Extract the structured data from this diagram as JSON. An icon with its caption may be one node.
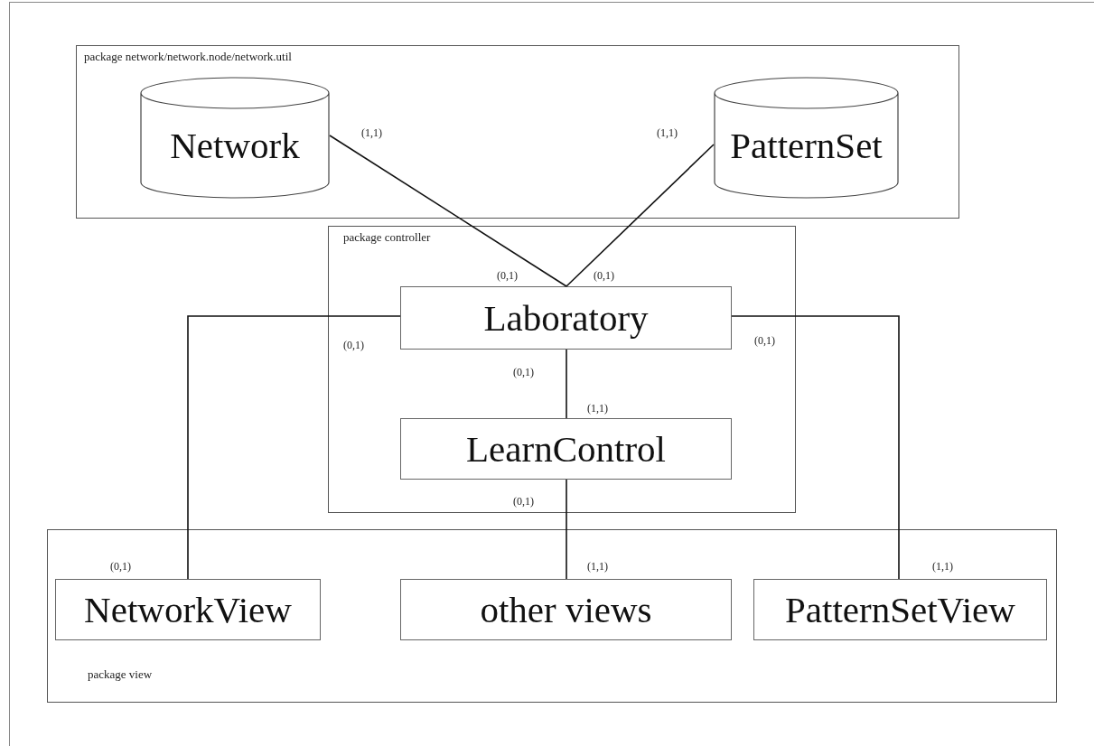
{
  "diagram": {
    "nodes": [
      {
        "text": [
          "package network/network.node/network.util"
        ]
      },
      {
        "text": [
          "Network"
        ],
        "in": 0
      },
      {
        "text": [
          "PatternSet"
        ],
        "in": 0
      },
      {
        "text": [
          "package controller"
        ]
      },
      {
        "text": [
          "Laboratory"
        ],
        "in": 3
      },
      {
        "text": [
          "LearnControl"
        ],
        "in": 3
      },
      {
        "text": [
          "package view"
        ]
      },
      {
        "text": [
          "NetworkView"
        ],
        "in": 6
      },
      {
        "text": [
          "other views"
        ],
        "in": 6
      },
      {
        "text": [
          "PatternSetView"
        ],
        "in": 6
      }
    ],
    "edges": [
      {
        "from": 1,
        "to": 4,
        "arrow": "none"
      },
      {
        "from": 2,
        "to": 4,
        "arrow": "none"
      },
      {
        "from": 4,
        "to": 7,
        "arrow": "none"
      },
      {
        "from": 4,
        "to": 9,
        "arrow": "none"
      },
      {
        "from": 4,
        "to": 5,
        "arrow": "none"
      },
      {
        "from": 5,
        "to": 8,
        "arrow": "none"
      }
    ],
    "labels": [
      "(1,1)",
      "(1,1)",
      "(0,1)",
      "(0,1)",
      "(0,1)",
      "(0,1)",
      "(0,1)",
      "(1,1)",
      "(0,1)",
      "(0,1)",
      "(1,1)",
      "(1,1)"
    ]
  }
}
